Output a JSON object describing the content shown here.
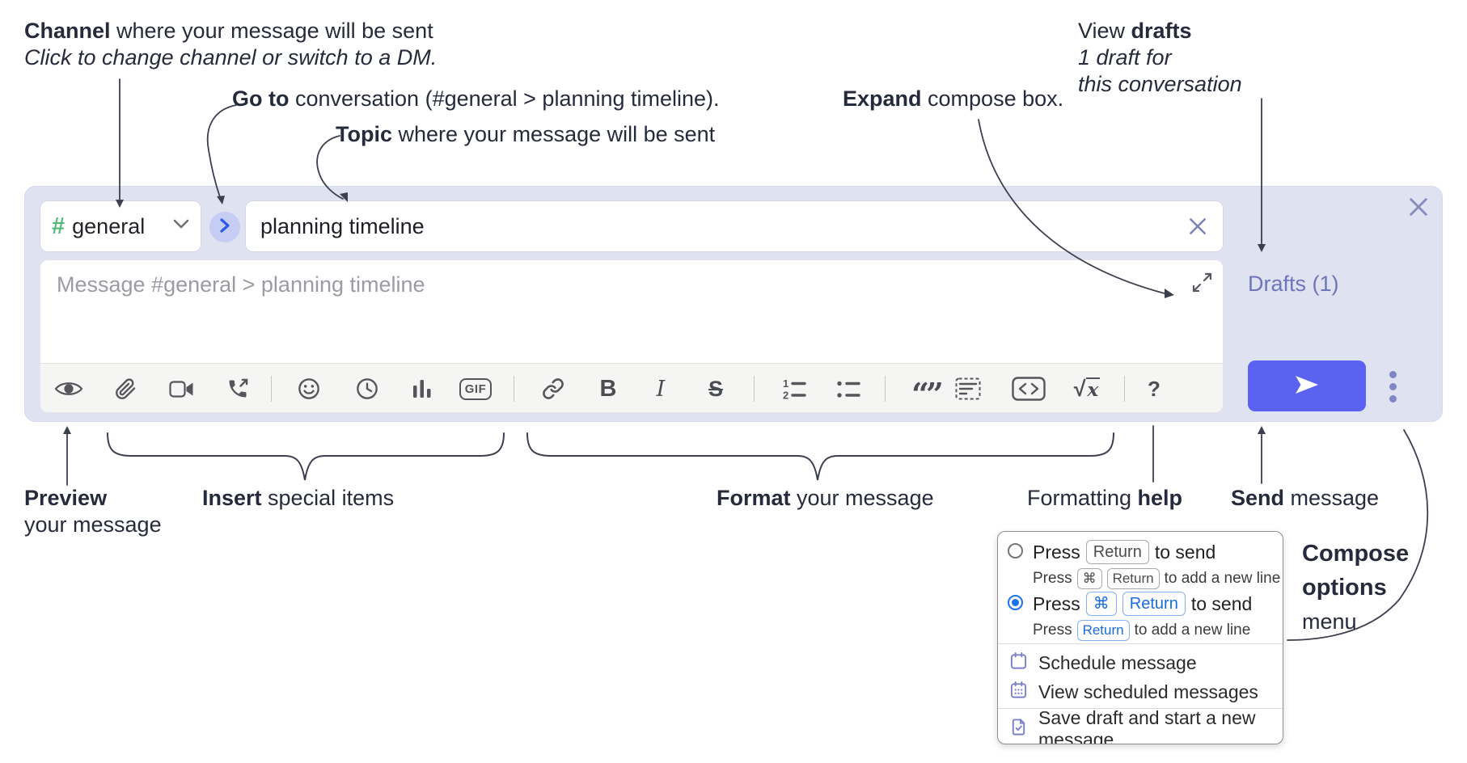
{
  "annotations": {
    "channel": {
      "lead": "Channel",
      "rest": " where your message will be sent",
      "line2": "Click to change channel or switch to a DM."
    },
    "go_to": {
      "lead": "Go to",
      "rest": " conversation (#general > planning timeline)."
    },
    "topic": {
      "lead": "Topic",
      "rest": " where your message will be sent"
    },
    "expand": {
      "lead": "Expand",
      "rest": " compose box."
    },
    "view_drafts": {
      "line1_lead": "View ",
      "line1_bold": "drafts",
      "line2": "1 draft for",
      "line3": "this conversation"
    },
    "preview": {
      "lead": "Preview",
      "line2": "your message"
    },
    "insert": {
      "lead": "Insert",
      "rest": " special items"
    },
    "format": {
      "lead": "Format",
      "rest": " your message"
    },
    "formatting_help": {
      "lead": "Formatting ",
      "bold": "help"
    },
    "send": {
      "lead": "Send",
      "rest": " message"
    },
    "compose_options": {
      "line1": "Compose",
      "line2": "options",
      "line3": "menu"
    }
  },
  "compose": {
    "channel_hash": "#",
    "channel_name": "general",
    "topic_value": "planning timeline",
    "message_placeholder": "Message #general > planning timeline",
    "drafts_label": "Drafts (1)",
    "toolbar": {
      "gif_label": "GIF",
      "bold_label": "B",
      "italic_label": "I",
      "strike_label": "S",
      "quote_label": "“”",
      "math_sqrt": "√",
      "math_x": "x",
      "help_label": "?",
      "icon_names": [
        "preview",
        "attach-file",
        "start-video-call",
        "start-voice-call",
        "add-emoji",
        "add-global-time",
        "add-poll",
        "add-gif",
        "link",
        "bold",
        "italic",
        "strikethrough",
        "numbered-list",
        "bulleted-list",
        "quote",
        "spoiler",
        "code",
        "math",
        "message-formatting-help"
      ]
    }
  },
  "options_menu": {
    "option_return": {
      "press": "Press",
      "key": "Return",
      "tail": "to send",
      "selected": false,
      "sub": {
        "press": "Press",
        "key_cmd": "⌘",
        "key_return": "Return",
        "tail": "to add a new line"
      }
    },
    "option_cmd_return": {
      "press": "Press",
      "key_cmd": "⌘",
      "key_return": "Return",
      "tail": "to send",
      "selected": true,
      "sub": {
        "press": "Press",
        "key": "Return",
        "tail": "to add a new line"
      }
    },
    "items": [
      {
        "icon": "schedule-calendar-icon",
        "label": "Schedule message"
      },
      {
        "icon": "scheduled-messages-icon",
        "label": "View scheduled messages"
      },
      {
        "icon": "save-draft-icon",
        "label": "Save draft and start a new message"
      }
    ]
  },
  "colors": {
    "compose_bg": "#dfe2f1",
    "send_button": "#5a63ef",
    "drafts_link": "#6d76b8",
    "channel_hash_green": "#58b87c",
    "goto_chevron_blue": "#2e5be8",
    "radio_selected": "#1a73e8",
    "kbd_blue_text": "#1a6ce0",
    "menu_icon_purple": "#7a81c9",
    "annotation_text": "#262b3c",
    "toolbar_icon": "#54565c"
  }
}
